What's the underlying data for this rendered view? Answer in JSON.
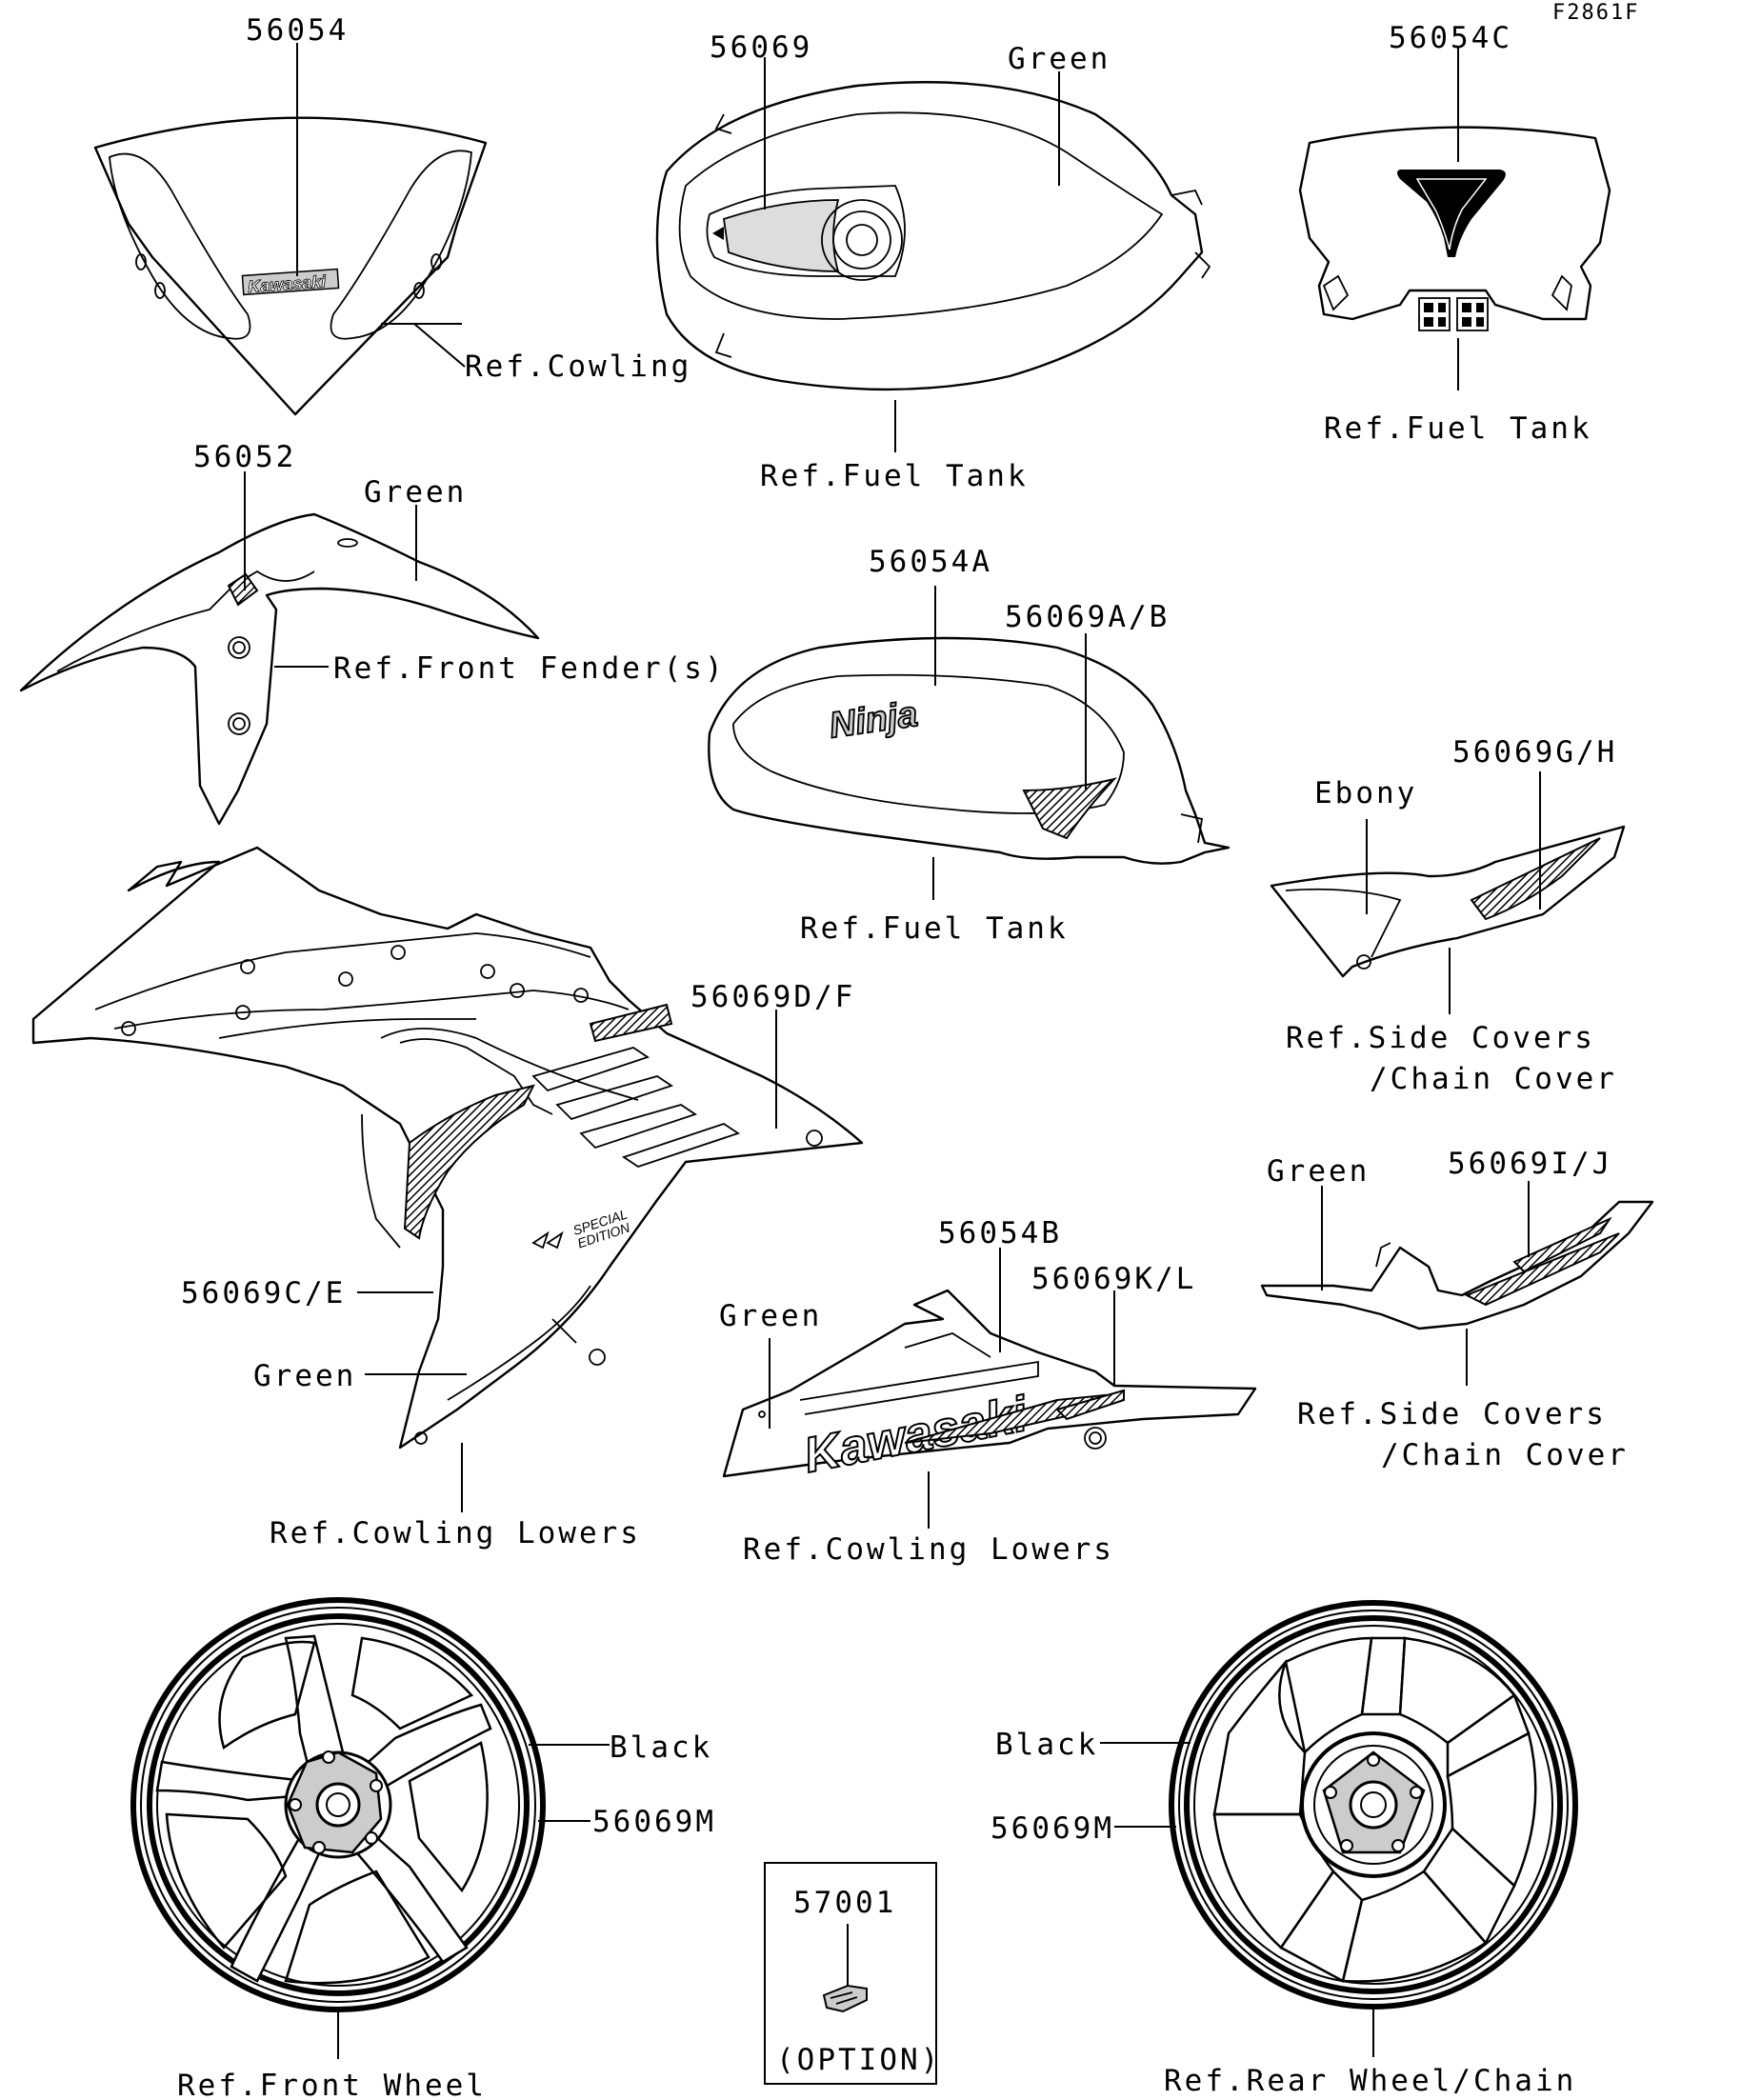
{
  "figure_code": "F2861F",
  "labels": {
    "p56054": "56054",
    "ref_cowling": "Ref.Cowling",
    "p56069": "56069",
    "green_tank": "Green",
    "ref_fuel_tank_top": "Ref.Fuel Tank",
    "p56054C": "56054C",
    "ref_fuel_tank_right": "Ref.Fuel Tank",
    "p56052": "56052",
    "green_fender": "Green",
    "ref_front_fender": "Ref.Front Fender(s)",
    "p56054A": "56054A",
    "p56069AB": "56069A/B",
    "ref_fuel_tank_mid": "Ref.Fuel Tank",
    "ebony": "Ebony",
    "p56069GH": "56069G/H",
    "ref_side_covers_1a": "Ref.Side Covers",
    "ref_side_covers_1b": "/Chain Cover",
    "p56069DF": "56069D/F",
    "p56069CE": "56069C/E",
    "green_cowl": "Green",
    "ref_cowling_lowers_left": "Ref.Cowling Lowers",
    "green_side": "Green",
    "p56069IJ": "56069I/J",
    "ref_side_covers_2a": "Ref.Side Covers",
    "ref_side_covers_2b": "/Chain Cover",
    "p56054B": "56054B",
    "p56069KL": "56069K/L",
    "green_lower": "Green",
    "ref_cowling_lowers_mid": "Ref.Cowling Lowers",
    "black_front": "Black",
    "p56069M_front": "56069M",
    "ref_front_wheel": "Ref.Front Wheel",
    "p57001": "57001",
    "option": "(OPTION)",
    "black_rear": "Black",
    "p56069M_rear": "56069M",
    "ref_rear_wheel": "Ref.Rear Wheel/Chain"
  },
  "decal_text": {
    "kawasaki_small": "Kawasaki",
    "ninja": "Ninja",
    "special": "SPECIAL",
    "edition": "EDITION",
    "kawasaki_large": "Kawasaki"
  }
}
